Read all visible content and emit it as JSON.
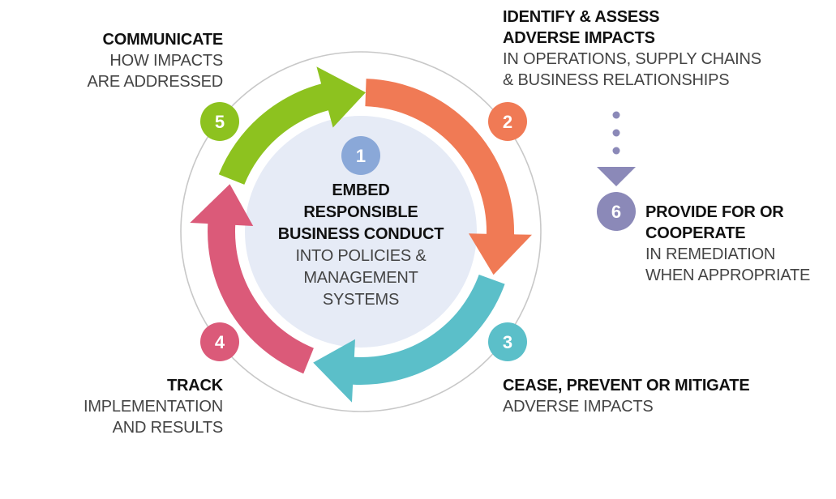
{
  "center": {
    "number": "1",
    "title_line1": "EMBED",
    "title_line2": "RESPONSIBLE",
    "title_line3": "BUSINESS CONDUCT",
    "desc_line1": "INTO POLICIES &",
    "desc_line2": "MANAGEMENT SYSTEMS",
    "color": "#8aa8d8"
  },
  "steps": [
    {
      "number": "2",
      "title_line1": "IDENTIFY & ASSESS",
      "title_line2": "ADVERSE IMPACTS",
      "desc_line1": "IN OPERATIONS, SUPPLY CHAINS",
      "desc_line2": "& BUSINESS RELATIONSHIPS",
      "color": "#f07a55"
    },
    {
      "number": "3",
      "title_line1": "CEASE, PREVENT OR MITIGATE",
      "desc_line1": "ADVERSE IMPACTS",
      "color": "#5bbfc9"
    },
    {
      "number": "4",
      "title_line1": "TRACK",
      "desc_line1": "IMPLEMENTATION",
      "desc_line2": "AND RESULTS",
      "color": "#db5a79"
    },
    {
      "number": "5",
      "title_line1": "COMMUNICATE",
      "desc_line1": "HOW IMPACTS",
      "desc_line2": "ARE ADDRESSED",
      "color": "#8dc21f"
    },
    {
      "number": "6",
      "title_line1": "PROVIDE FOR OR",
      "title_line2": "COOPERATE",
      "desc_line1": "IN REMEDIATION",
      "desc_line2": "WHEN APPROPRIATE",
      "color": "#8b89b8"
    }
  ],
  "colors": {
    "ring": "#c8c8c8",
    "center_fill": "#e6ebf6",
    "connector": "#8b89b8"
  }
}
